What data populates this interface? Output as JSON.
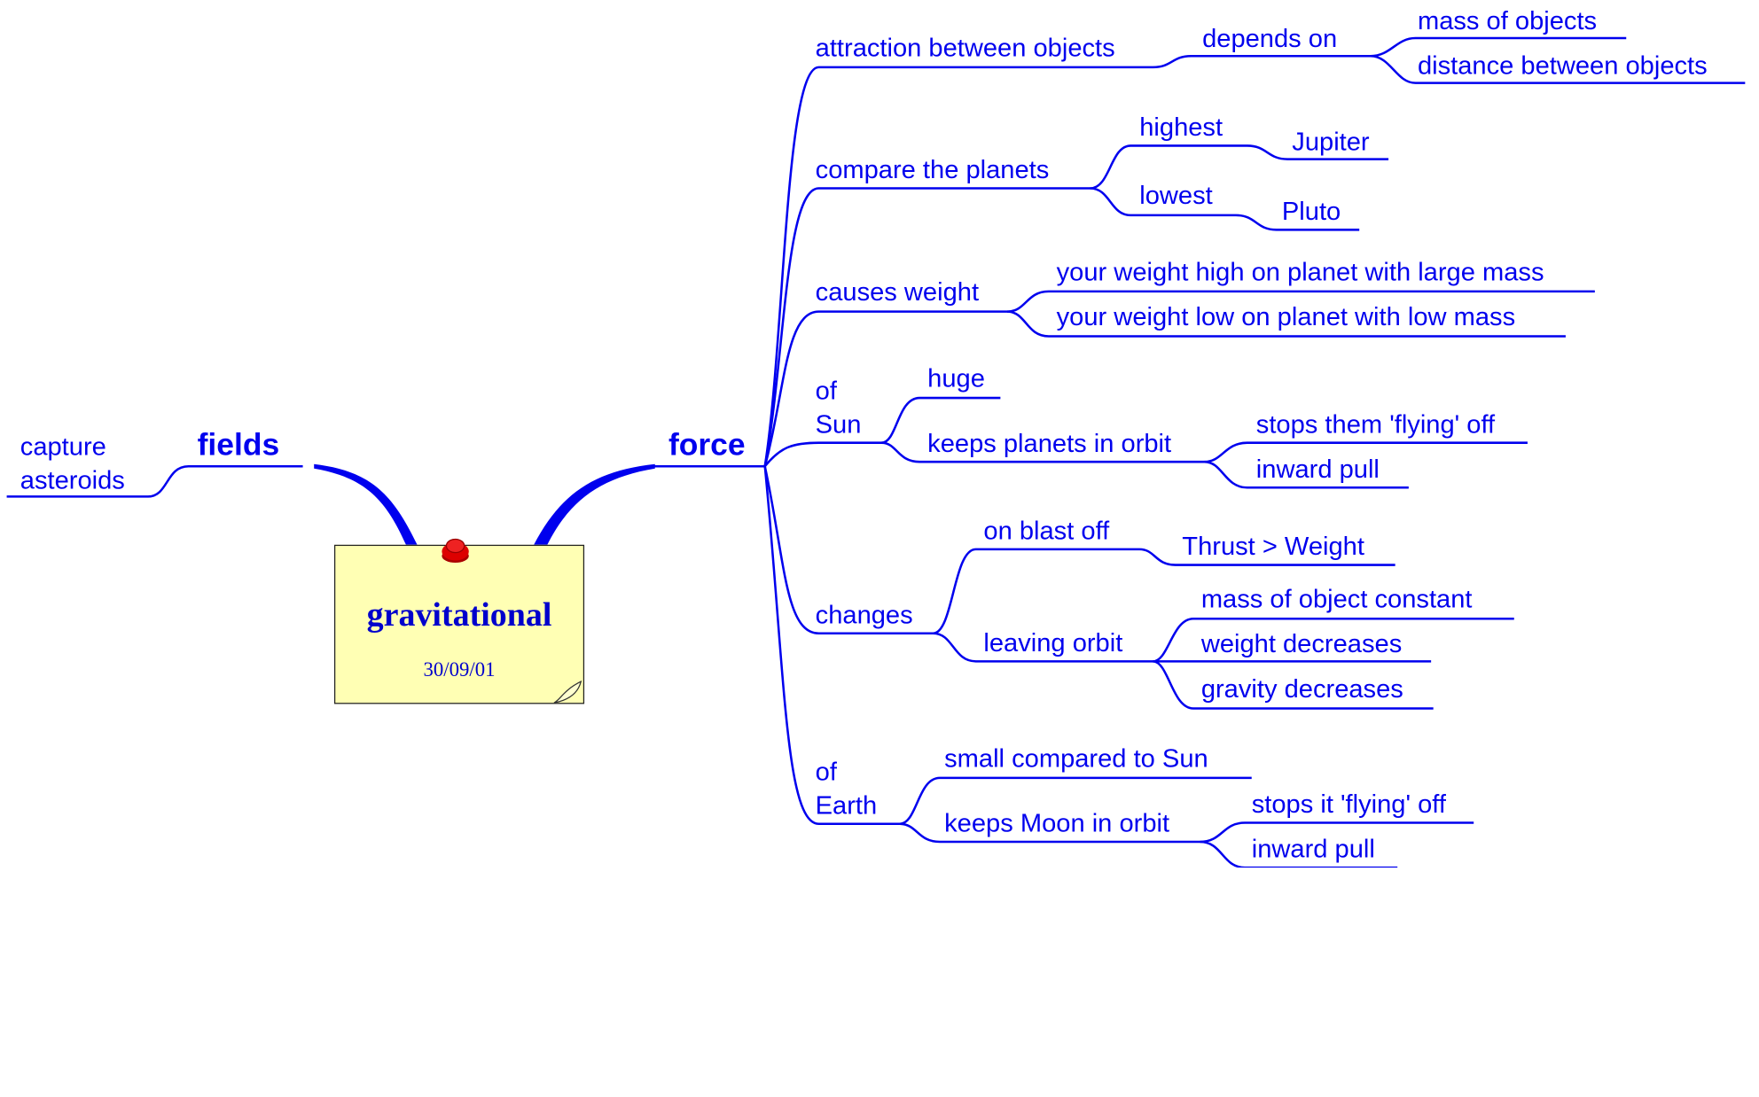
{
  "center": {
    "title": "gravitational",
    "date": "30/09/01"
  },
  "branches": {
    "fields": "fields",
    "capture": "capture",
    "asteroids": "asteroids",
    "force": "force"
  },
  "force_children": {
    "attraction": "attraction between objects",
    "depends_on": "depends on",
    "mass_of_objects": "mass of objects",
    "distance_between": "distance between objects",
    "compare_planets": "compare the planets",
    "highest": "highest",
    "jupiter": "Jupiter",
    "lowest": "lowest",
    "pluto": "Pluto",
    "causes_weight": "causes weight",
    "weight_high": "your weight high on planet with large mass",
    "weight_low": "your weight low on planet with low mass",
    "of_1": "of",
    "sun": "Sun",
    "huge": "huge",
    "keeps_planets": "keeps planets in orbit",
    "stops_them": "stops them 'flying' off",
    "inward_pull_1": "inward pull",
    "changes": "changes",
    "on_blast_off": "on blast off",
    "thrust": "Thrust > Weight",
    "leaving_orbit": "leaving orbit",
    "mass_constant": "mass of object constant",
    "weight_decreases": "weight decreases",
    "gravity_decreases": "gravity decreases",
    "of_2": "of",
    "earth": "Earth",
    "small_compared": "small compared to Sun",
    "keeps_moon": "keeps Moon in orbit",
    "stops_it": "stops it 'flying' off",
    "inward_pull_2": "inward pull"
  },
  "colors": {
    "line": "#0000ee",
    "note": "#ffffb4",
    "pin": "#dd0000"
  }
}
